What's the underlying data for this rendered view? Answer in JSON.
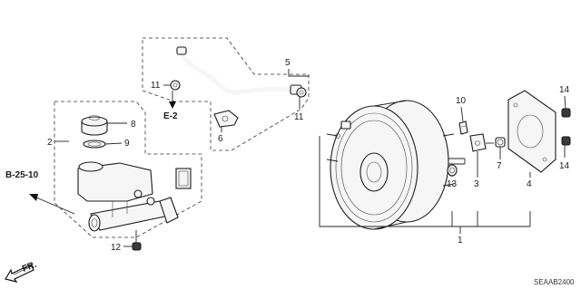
{
  "diagram": {
    "catalog_code": "SEAAB2400",
    "front_marker": "FR.",
    "references": {
      "e2": "E-2",
      "b2510": "B-25-10"
    },
    "callouts": {
      "c1": "1",
      "c2": "2",
      "c3": "3",
      "c4": "4",
      "c5": "5",
      "c6": "6",
      "c7": "7",
      "c8": "8",
      "c9": "9",
      "c10": "10",
      "c11a": "11",
      "c11b": "11",
      "c12": "12",
      "c13": "13",
      "c14a": "14",
      "c14b": "14"
    }
  }
}
